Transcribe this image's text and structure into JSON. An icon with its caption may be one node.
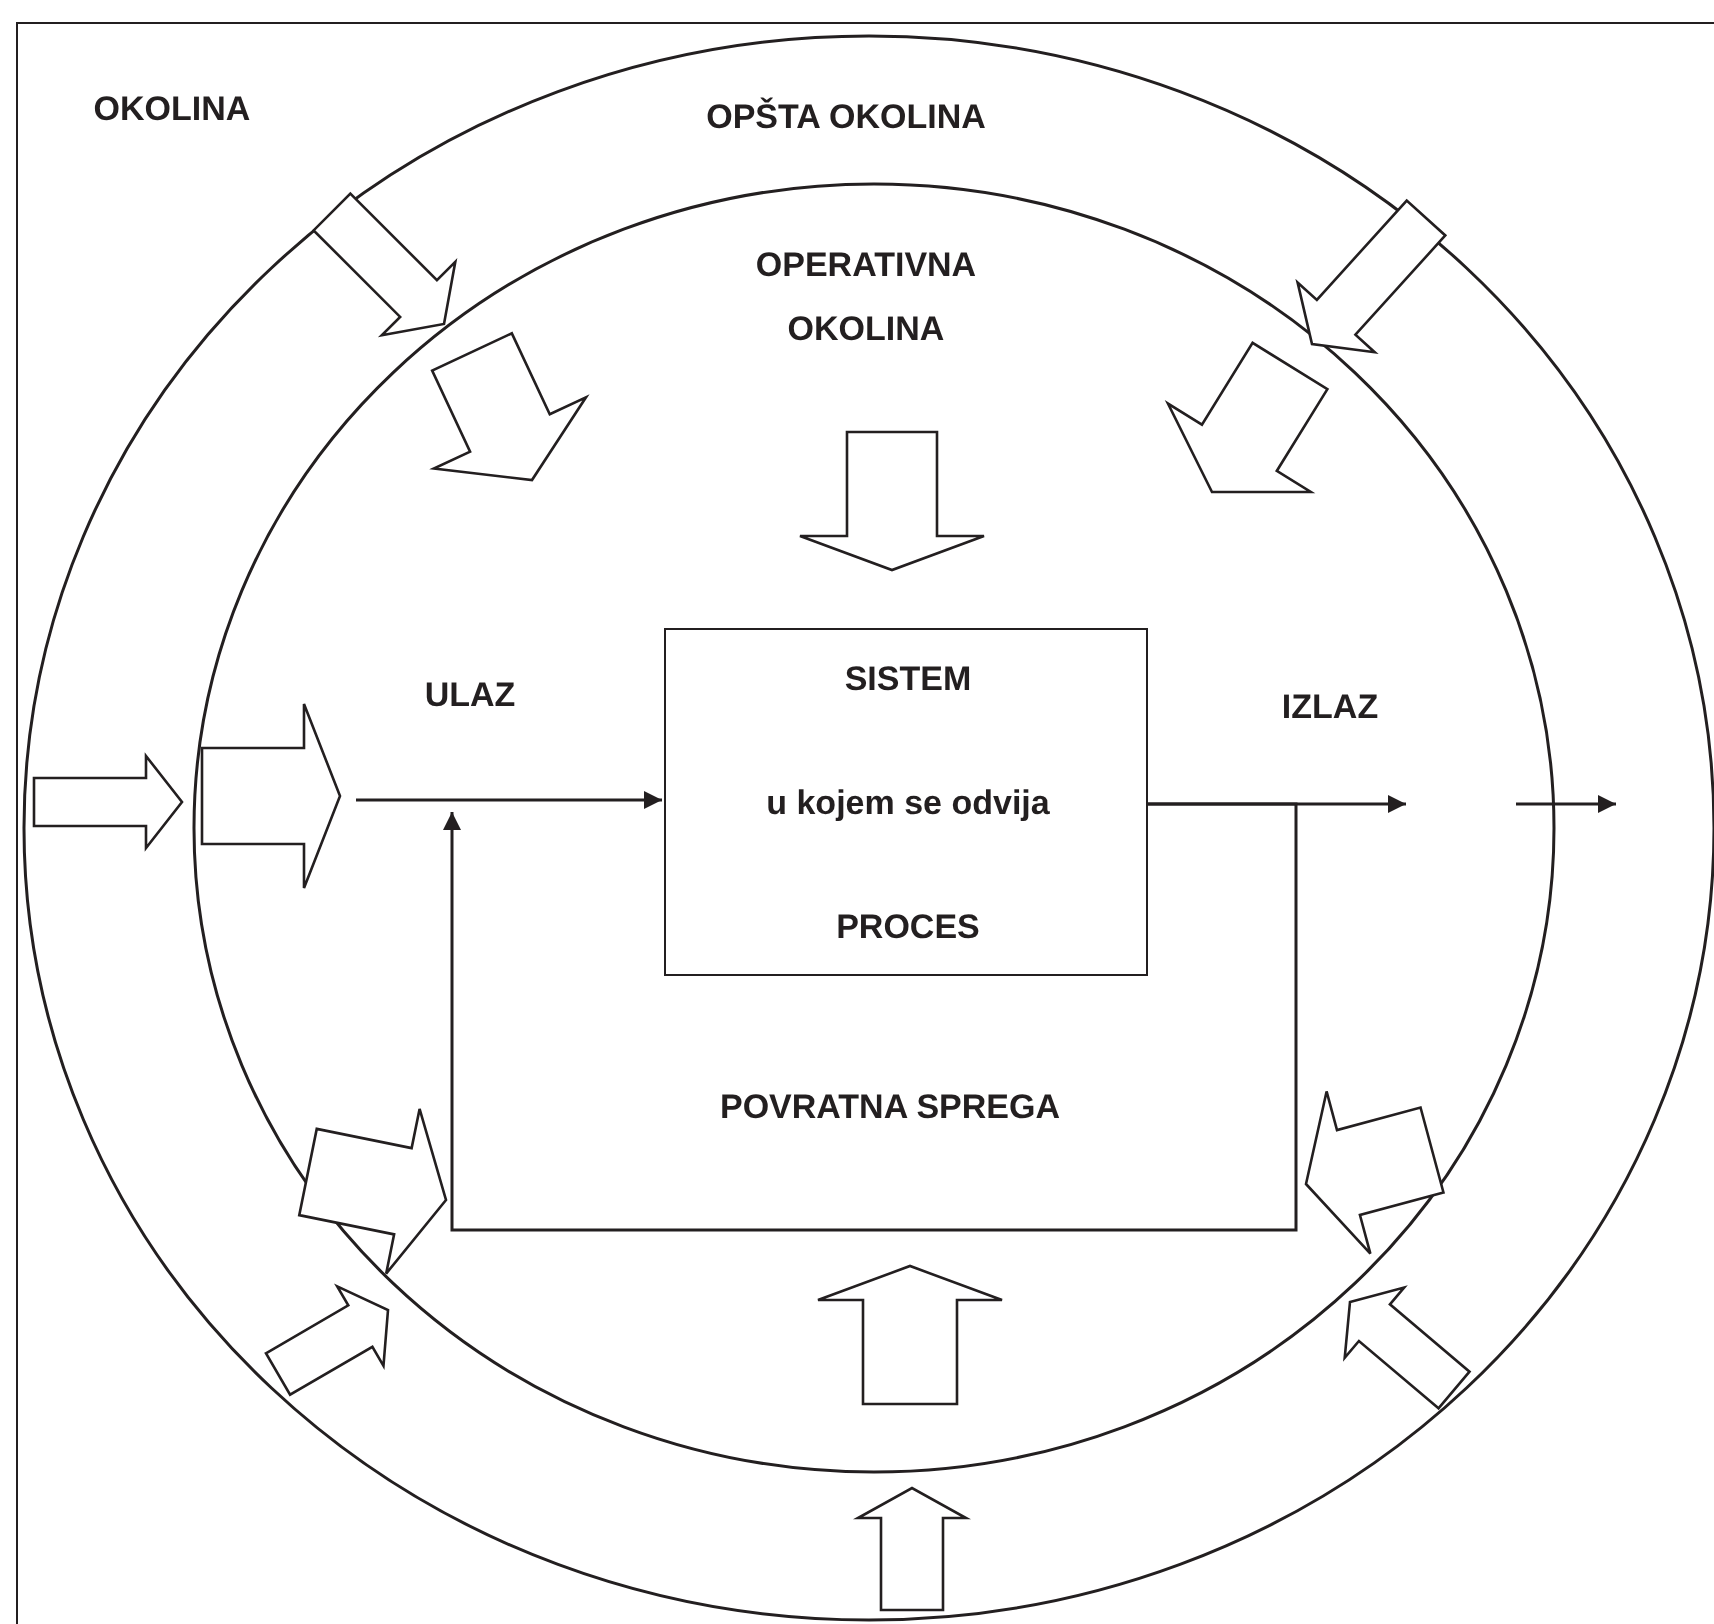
{
  "diagram": {
    "nodes": [
      {
        "text": [
          "OKOLINA"
        ]
      },
      {
        "text": [
          "OPŠTA OKOLINA"
        ],
        "in": 0
      },
      {
        "text": [
          "OPERATIVNA OKOLINA"
        ],
        "in": 1
      },
      {
        "text": [
          "SISTEM",
          "u kojem se odvija",
          "PROCES"
        ],
        "in": 2
      }
    ],
    "edges": [
      {
        "from": null,
        "to": 3,
        "arrow": "to"
      },
      {
        "from": 3,
        "to": null,
        "arrow": "to"
      },
      {
        "from": 3,
        "to": null,
        "arrow": "to"
      }
    ],
    "labels": [
      "ULAZ",
      "IZLAZ",
      "POVRATNA SPREGA"
    ]
  }
}
